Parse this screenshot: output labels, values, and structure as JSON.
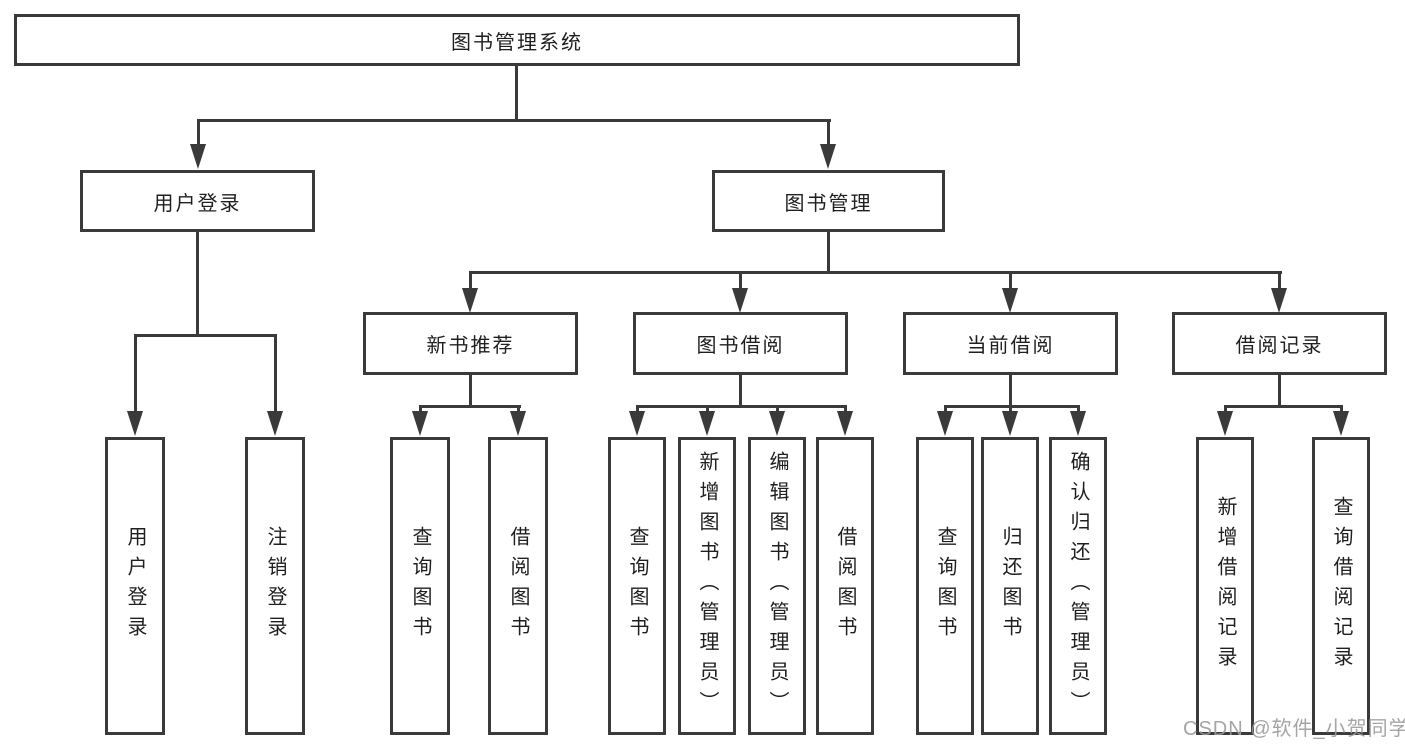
{
  "title": {
    "label": "图书管理系统"
  },
  "level2": {
    "user_login": {
      "label": "用户登录"
    },
    "book_mgmt": {
      "label": "图书管理"
    }
  },
  "level3": {
    "new_book": {
      "label": "新书推荐"
    },
    "borrow": {
      "label": "图书借阅"
    },
    "current": {
      "label": "当前借阅"
    },
    "records": {
      "label": "借阅记录"
    }
  },
  "leaves": {
    "user_login": [
      "用户登录",
      "注销登录"
    ],
    "new_book": [
      "查询图书",
      "借阅图书"
    ],
    "borrow": [
      "查询图书",
      "新增图书（管理员）",
      "编辑图书（管理员）",
      "借阅图书"
    ],
    "current": [
      "查询图书",
      "归还图书",
      "确认归还（管理员）"
    ],
    "records": [
      "新增借阅记录",
      "查询借阅记录"
    ]
  },
  "watermark": {
    "text": "CSDN @软件_小贺同学"
  },
  "colors": {
    "line": "#3a3a3a",
    "text": "#1f1f1f",
    "watermark": "#9b9b9b",
    "background": "#ffffff"
  }
}
